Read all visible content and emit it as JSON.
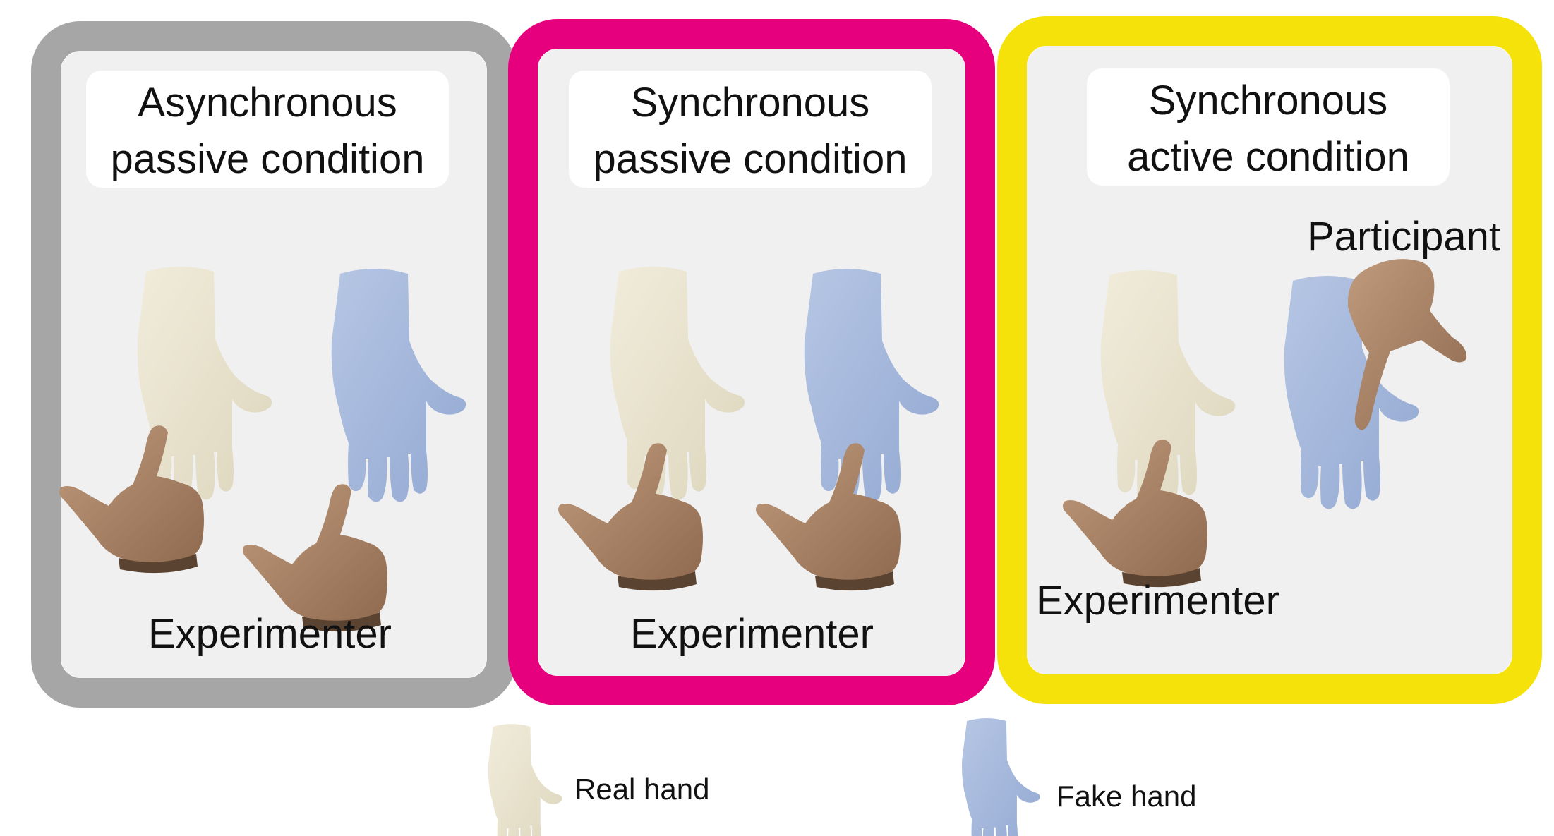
{
  "colors": {
    "asynchronous_passive_border": "#a6a6a6",
    "synchronous_passive_border": "#e6007e",
    "synchronous_active_border": "#f5e20a",
    "panel_fill": "#f0f0f0",
    "real_hand": "#ece7d3",
    "fake_hand": "#a7b9dc",
    "experimenter_hand": "#a88064"
  },
  "panels": [
    {
      "title_line1": "Asynchronous",
      "title_line2": "passive condition",
      "bottom_label": "Experimenter"
    },
    {
      "title_line1": "Synchronous",
      "title_line2": "passive condition",
      "bottom_label": "Experimenter"
    },
    {
      "title_line1": "Synchronous",
      "title_line2": "active condition",
      "bottom_label": "Experimenter",
      "top_label": "Participant"
    }
  ],
  "legend": {
    "real_hand_label": "Real hand",
    "fake_hand_label": "Fake hand"
  }
}
